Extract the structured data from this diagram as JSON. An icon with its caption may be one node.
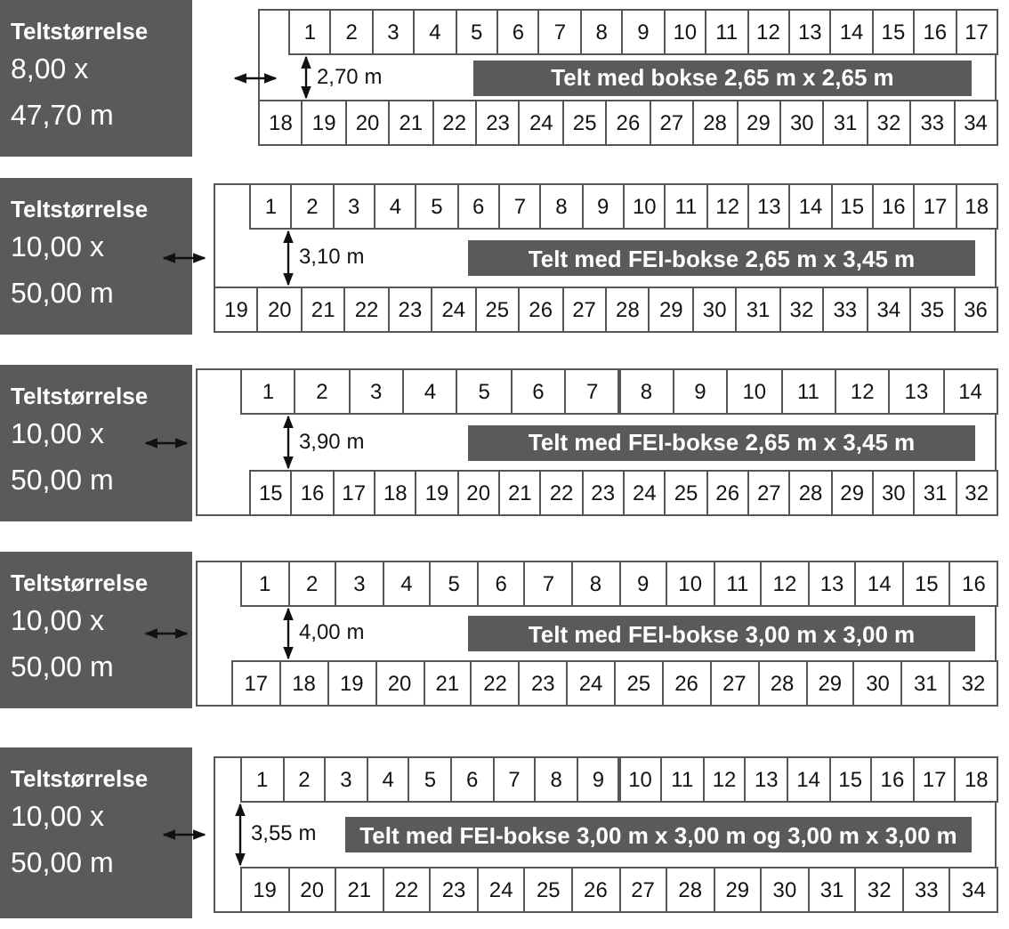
{
  "diagram": {
    "nodes": [
      {
        "text": [
          "Teltstørrelse",
          "8,00 x 47,70 m"
        ]
      },
      {
        "text": [],
        "shape": "box"
      },
      {
        "text": [
          "Telt med bokse 2,65 m x 2,65 m"
        ],
        "in": 1
      },
      {
        "text": [
          "Teltstørrelse",
          "10,00 x 50,00 m"
        ]
      },
      {
        "text": [],
        "shape": "box"
      },
      {
        "text": [
          "Telt med FEI-bokse 2,65 m x 3,45 m"
        ],
        "in": 4
      },
      {
        "text": [
          "Teltstørrelse",
          "10,00 x 50,00 m"
        ]
      },
      {
        "text": [],
        "shape": "box"
      },
      {
        "text": [
          "Telt med FEI-bokse 2,65 m x 3,45 m"
        ],
        "in": 7
      },
      {
        "text": [
          "Teltstørrelse",
          "10,00 x 50,00 m"
        ]
      },
      {
        "text": [],
        "shape": "box"
      },
      {
        "text": [
          "Telt med FEI-bokse 3,00 m x 3,00 m"
        ],
        "in": 10
      },
      {
        "text": [
          "Teltstørrelse",
          "10,00 x 50,00 m"
        ]
      },
      {
        "text": [],
        "shape": "box"
      },
      {
        "text": [
          "Telt med FEI-bokse 3,00 m x 3,00 m og 3,00 m x 3,00 m"
        ],
        "in": 13
      }
    ],
    "labels": [
      "1",
      "2",
      "3",
      "4",
      "5",
      "6",
      "7",
      "8",
      "9",
      "10",
      "11",
      "12",
      "13",
      "14",
      "15",
      "16",
      "17",
      "2,70 m",
      "18",
      "19",
      "20",
      "21",
      "22",
      "23",
      "24",
      "25",
      "26",
      "27",
      "28",
      "29",
      "30",
      "31",
      "32",
      "33",
      "34",
      "1",
      "2",
      "3",
      "4",
      "5",
      "6",
      "7",
      "8",
      "9",
      "10",
      "11",
      "12",
      "13",
      "14",
      "15",
      "16",
      "17",
      "18",
      "3,10 m",
      "19",
      "20",
      "21",
      "22",
      "23",
      "24",
      "25",
      "26",
      "27",
      "28",
      "29",
      "30",
      "31",
      "32",
      "33",
      "34",
      "35",
      "36",
      "1",
      "2",
      "3",
      "4",
      "5",
      "6",
      "7",
      "8",
      "9",
      "10",
      "11",
      "12",
      "13",
      "14",
      "3,90 m",
      "15",
      "16",
      "17",
      "18",
      "19",
      "20",
      "21",
      "22",
      "23",
      "24",
      "25",
      "26",
      "27",
      "28",
      "29",
      "30",
      "31",
      "32",
      "1",
      "2",
      "3",
      "4",
      "5",
      "6",
      "7",
      "8",
      "9",
      "10",
      "11",
      "12",
      "13",
      "14",
      "15",
      "16",
      "4,00 m",
      "17",
      "18",
      "19",
      "20",
      "21",
      "22",
      "23",
      "24",
      "25",
      "26",
      "27",
      "28",
      "29",
      "30",
      "31",
      "32",
      "1",
      "2",
      "3",
      "4",
      "5",
      "6",
      "7",
      "8",
      "9",
      "10",
      "11",
      "12",
      "13",
      "14",
      "15",
      "16",
      "17",
      "18",
      "3,55 m",
      "19",
      "20",
      "21",
      "22",
      "23",
      "24",
      "25",
      "26",
      "27",
      "28",
      "29",
      "30",
      "31",
      "32",
      "33",
      "34"
    ]
  }
}
